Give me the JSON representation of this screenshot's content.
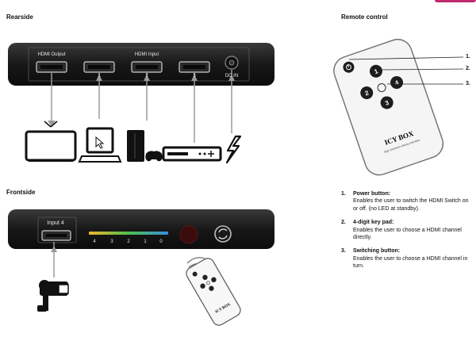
{
  "headings": {
    "rearside": "Rearside",
    "frontside": "Frontside",
    "remote": "Remote control"
  },
  "rear": {
    "hdmi_output": "HDMI Output",
    "hdmi_input": "HDMI Input",
    "port1": "1",
    "port2": "2",
    "port3": "3",
    "dc_in": "DC IN"
  },
  "front": {
    "input4": "Input 4",
    "led_numbers": [
      "4",
      "3",
      "2",
      "1",
      "0"
    ]
  },
  "remote": {
    "brand": "ICY BOX",
    "subtitle": "High Definition Media Interface",
    "callouts": [
      "1.",
      "2.",
      "3."
    ]
  },
  "legend": [
    {
      "num": "1.",
      "title": "Power button:",
      "text": "Enables the user to switch the HDMI Switch on or off. (no LED at standby)."
    },
    {
      "num": "2.",
      "title": "4-digit key pad:",
      "text": "Enables the user to choose a HDMI channel directly."
    },
    {
      "num": "3.",
      "title": "Switching button:",
      "text": "Enables the user to choose a HDMI channel in turn."
    }
  ],
  "colors": {
    "device_body": "#1c1c1c",
    "accent": "#c02a6e",
    "led_bar": [
      "#f1b629",
      "#4cc14d",
      "#3a8ede"
    ]
  }
}
